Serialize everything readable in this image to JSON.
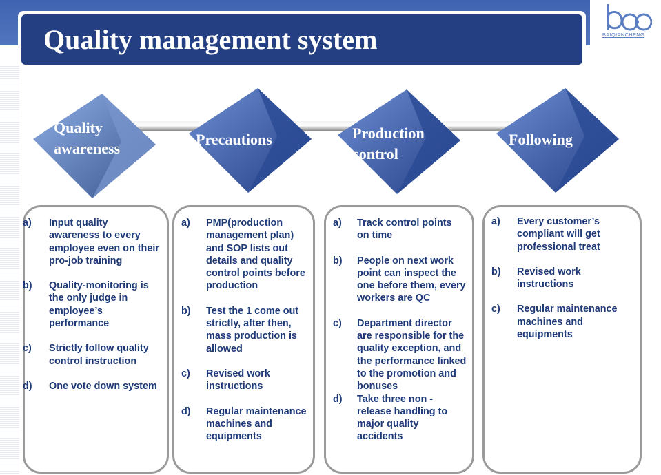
{
  "title": "Quality management system",
  "logo": {
    "text": "BAIQIANCHENG",
    "mark_icon": "boo-logo-icon"
  },
  "colors": {
    "banner": "#3f63b0",
    "title_bar": "#243f82",
    "cube_front": "#3456a6",
    "cube_top": "#5c7fc6",
    "cube_side": "#1f3f86",
    "text_blue": "#1f3a78",
    "box_border": "#9a9a9a"
  },
  "stages": [
    {
      "label_lines": [
        "Quality",
        "awareness"
      ],
      "items": [
        {
          "letter": "a)",
          "text": "Input quality awareness to every employee even on their pro-job training"
        },
        {
          "letter": "b)",
          "text": "Quality-monitoring is the only judge in employee’s performance"
        },
        {
          "letter": "c)",
          "text": "Strictly follow quality control instruction"
        },
        {
          "letter": "d)",
          "text": "One vote down system"
        }
      ]
    },
    {
      "label_lines": [
        "Precautions"
      ],
      "items": [
        {
          "letter": "a)",
          "text": "PMP(production management plan) and SOP lists out details and quality control points before production"
        },
        {
          "letter": "b)",
          "text": "Test  the 1 come out strictly, after then, mass production is allowed"
        },
        {
          "letter": "c)",
          "text": "Revised work instructions"
        },
        {
          "letter": "d)",
          "text": "Regular maintenance machines and equipments"
        }
      ]
    },
    {
      "label_lines": [
        "Production",
        "control"
      ],
      "items": [
        {
          "letter": "a)",
          "text": "Track control points on time"
        },
        {
          "letter": "b)",
          "text": "People on next work point can inspect the one before them, every workers are QC"
        },
        {
          "letter": "c)",
          "text": "Department director are responsible for the quality exception, and the performance linked to the promotion and bonuses"
        },
        {
          "letter": "d)",
          "text": "Take three non -release handling to major quality accidents"
        }
      ]
    },
    {
      "label_lines": [
        "Following"
      ],
      "items": [
        {
          "letter": "a)",
          "text": "Every customer’s compliant will get professional treat"
        },
        {
          "letter": "b)",
          "text": "Revised work instructions"
        },
        {
          "letter": "c)",
          "text": "Regular maintenance machines and equipments"
        }
      ]
    }
  ]
}
